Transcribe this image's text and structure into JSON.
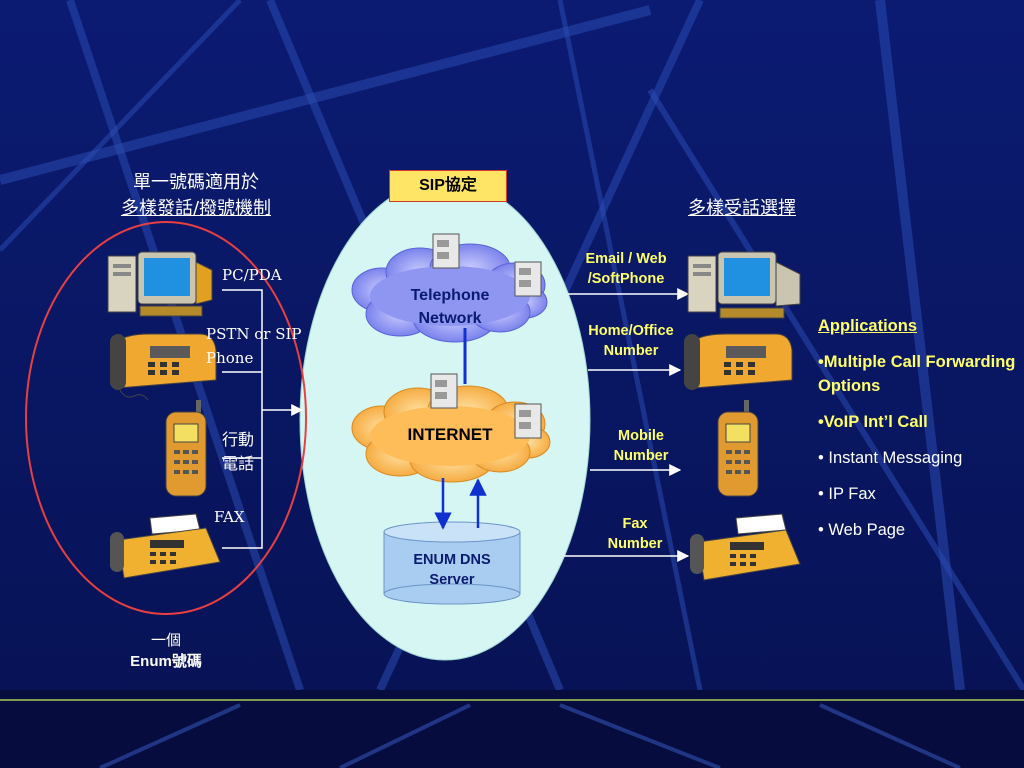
{
  "left_header": {
    "line1": "單一號碼適用於",
    "line2": "多樣發話/撥號機制"
  },
  "right_header": "多樣受話選擇",
  "left_devices": {
    "pc": "PC/PDA",
    "phone_line1": "PSTN or SIP",
    "phone_line2": "Phone",
    "mobile_line1": "行動",
    "mobile_line2": "電話",
    "fax": "FAX"
  },
  "enum_caption": {
    "line1": "一個",
    "line2": "Enum號碼"
  },
  "sip_box": "SIP協定",
  "clouds": {
    "telephone_line1": "Telephone",
    "telephone_line2": "Network",
    "internet": "INTERNET"
  },
  "enum_server": {
    "line1": "ENUM DNS",
    "line2": "Server"
  },
  "right_routes": {
    "email_line1": "Email / Web",
    "email_line2": "/SoftPhone",
    "home_line1": "Home/Office",
    "home_line2": "Number",
    "mobile_line1": "Mobile",
    "mobile_line2": "Number",
    "fax_line1": "Fax",
    "fax_line2": "Number"
  },
  "applications": {
    "title": "Applications",
    "items": [
      {
        "bullet": "•",
        "text": "Multiple Call Forwarding Options",
        "highlight": true
      },
      {
        "bullet": "•",
        "text": "VoIP Int’l Call",
        "highlight": true
      },
      {
        "bullet": "•",
        "text": " Instant Messaging",
        "highlight": false
      },
      {
        "bullet": "•",
        "text": " IP Fax",
        "highlight": false
      },
      {
        "bullet": "•",
        "text": " Web Page",
        "highlight": false
      }
    ]
  },
  "colors": {
    "background": "#0a1a6e",
    "oval": "#d6f6f4",
    "cloud_telephone": "#7d85f0",
    "cloud_internet": "#ffb44a",
    "enum_cylinder": "#a9cdf0",
    "sip_box": "#ffe566",
    "highlight_text": "#ffff66",
    "circle_outline": "#e84040"
  }
}
